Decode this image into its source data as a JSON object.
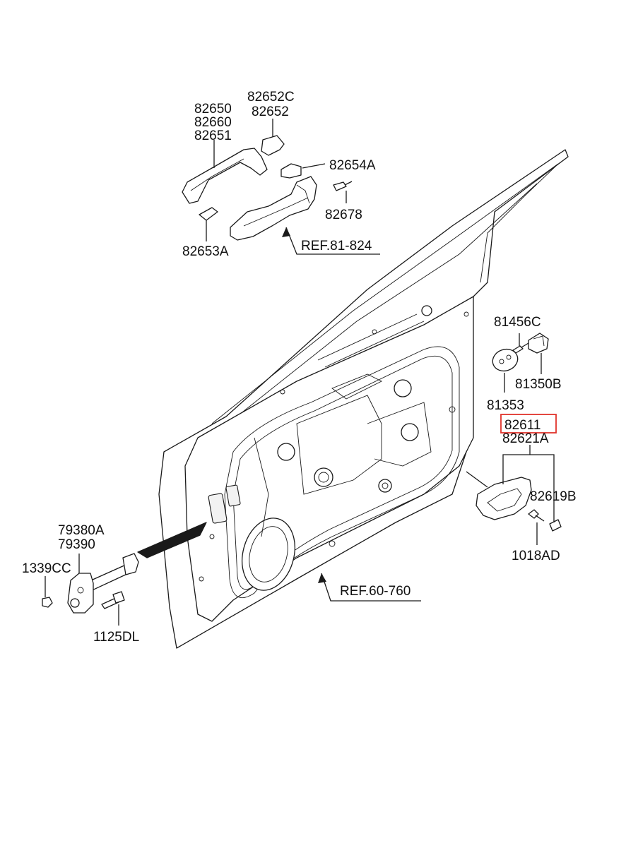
{
  "labels": {
    "handle_group": [
      "82650",
      "82660",
      "82651"
    ],
    "cap_group": [
      "82652C",
      "82652"
    ],
    "gasket": "82654A",
    "bolt_top": "82678",
    "pad": "82653A",
    "ref_handle": "REF.81-824",
    "striker_screw": "81456C",
    "striker_plate": "81353",
    "striker": "81350B",
    "inner_handle_highlight": "82611",
    "inner_handle": "82621A",
    "inner_cap": "82619B",
    "inner_screw": "1018AD",
    "checker_group": [
      "79380A",
      "79390"
    ],
    "nut": "1339CC",
    "checker_bolt": "1125DL",
    "ref_door": "REF.60-760"
  },
  "colors": {
    "line": "#1a1a1a",
    "highlight": "#e0332b",
    "text": "#111111"
  }
}
